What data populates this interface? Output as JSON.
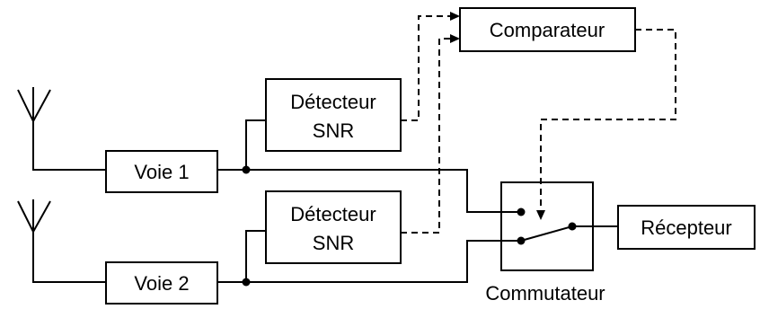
{
  "diagram": {
    "blocks": {
      "voie1": "Voie 1",
      "voie2": "Voie 2",
      "det1_line1": "Détecteur",
      "det1_line2": "SNR",
      "det2_line1": "Détecteur",
      "det2_line2": "SNR",
      "comparateur": "Comparateur",
      "recepteur": "Récepteur",
      "commutateur": "Commutateur"
    },
    "icons": [
      "antenna-icon",
      "antenna-icon"
    ]
  }
}
